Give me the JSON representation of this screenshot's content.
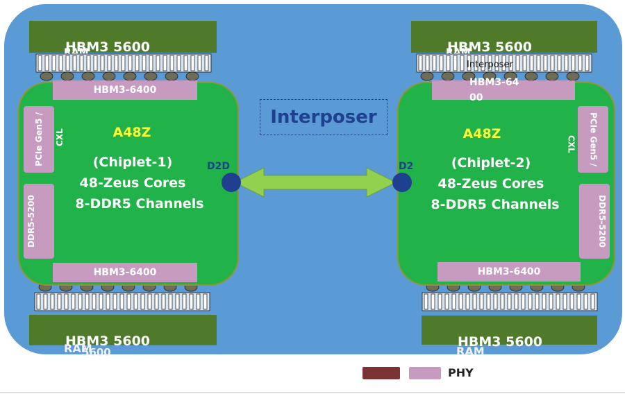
{
  "diagram": {
    "interposer_label": "Interposer",
    "hbm_top_left": "HBM3 5600",
    "hbm_top_left_sub": "RAM",
    "hbm_top_right": "HBM3 5600",
    "hbm_top_right_sub": "RAM",
    "hbm_bottom_left": "HBM3 5600",
    "hbm_bottom_left_sub": "RAM",
    "hbm_bottom_left_overlay": "5600",
    "hbm_bottom_right": "HBM3 5600",
    "hbm_bottom_right_sub": "RAM",
    "top_right_overlay": "Interposer",
    "chiplet1": {
      "title": "A48Z",
      "name": "(Chiplet-1)",
      "cores": "48-Zeus Cores",
      "channels": "8-DDR5 Channels",
      "phy_top": "HBM3-6400",
      "phy_bottom": "HBM3-6400",
      "phy_pcie": "PCIe Gen5 /",
      "cxl": "CXL",
      "phy_ddr": "DDR5-5200",
      "d2d": "D2D"
    },
    "chiplet2": {
      "title": "A48Z",
      "name": "(Chiplet-2)",
      "cores": "48-Zeus Cores",
      "channels": "8-DDR5 Channels",
      "phy_top": "HBM3-6400",
      "phy_bottom": "HBM3-6400",
      "phy_pcie": "PCIe Gen5 /",
      "cxl": "CXL",
      "phy_ddr": "DDR5-5200",
      "d2d": "D2"
    },
    "legend": {
      "phy_label": "PHY"
    },
    "colors": {
      "interposer": "#5b9bd5",
      "hbm": "#4e7a2a",
      "chiplet": "#21b24a",
      "phy": "#c79bc0",
      "arrow": "#92d050",
      "d2d_dot": "#1f3f8f",
      "legend_dark": "#7b3335"
    }
  }
}
